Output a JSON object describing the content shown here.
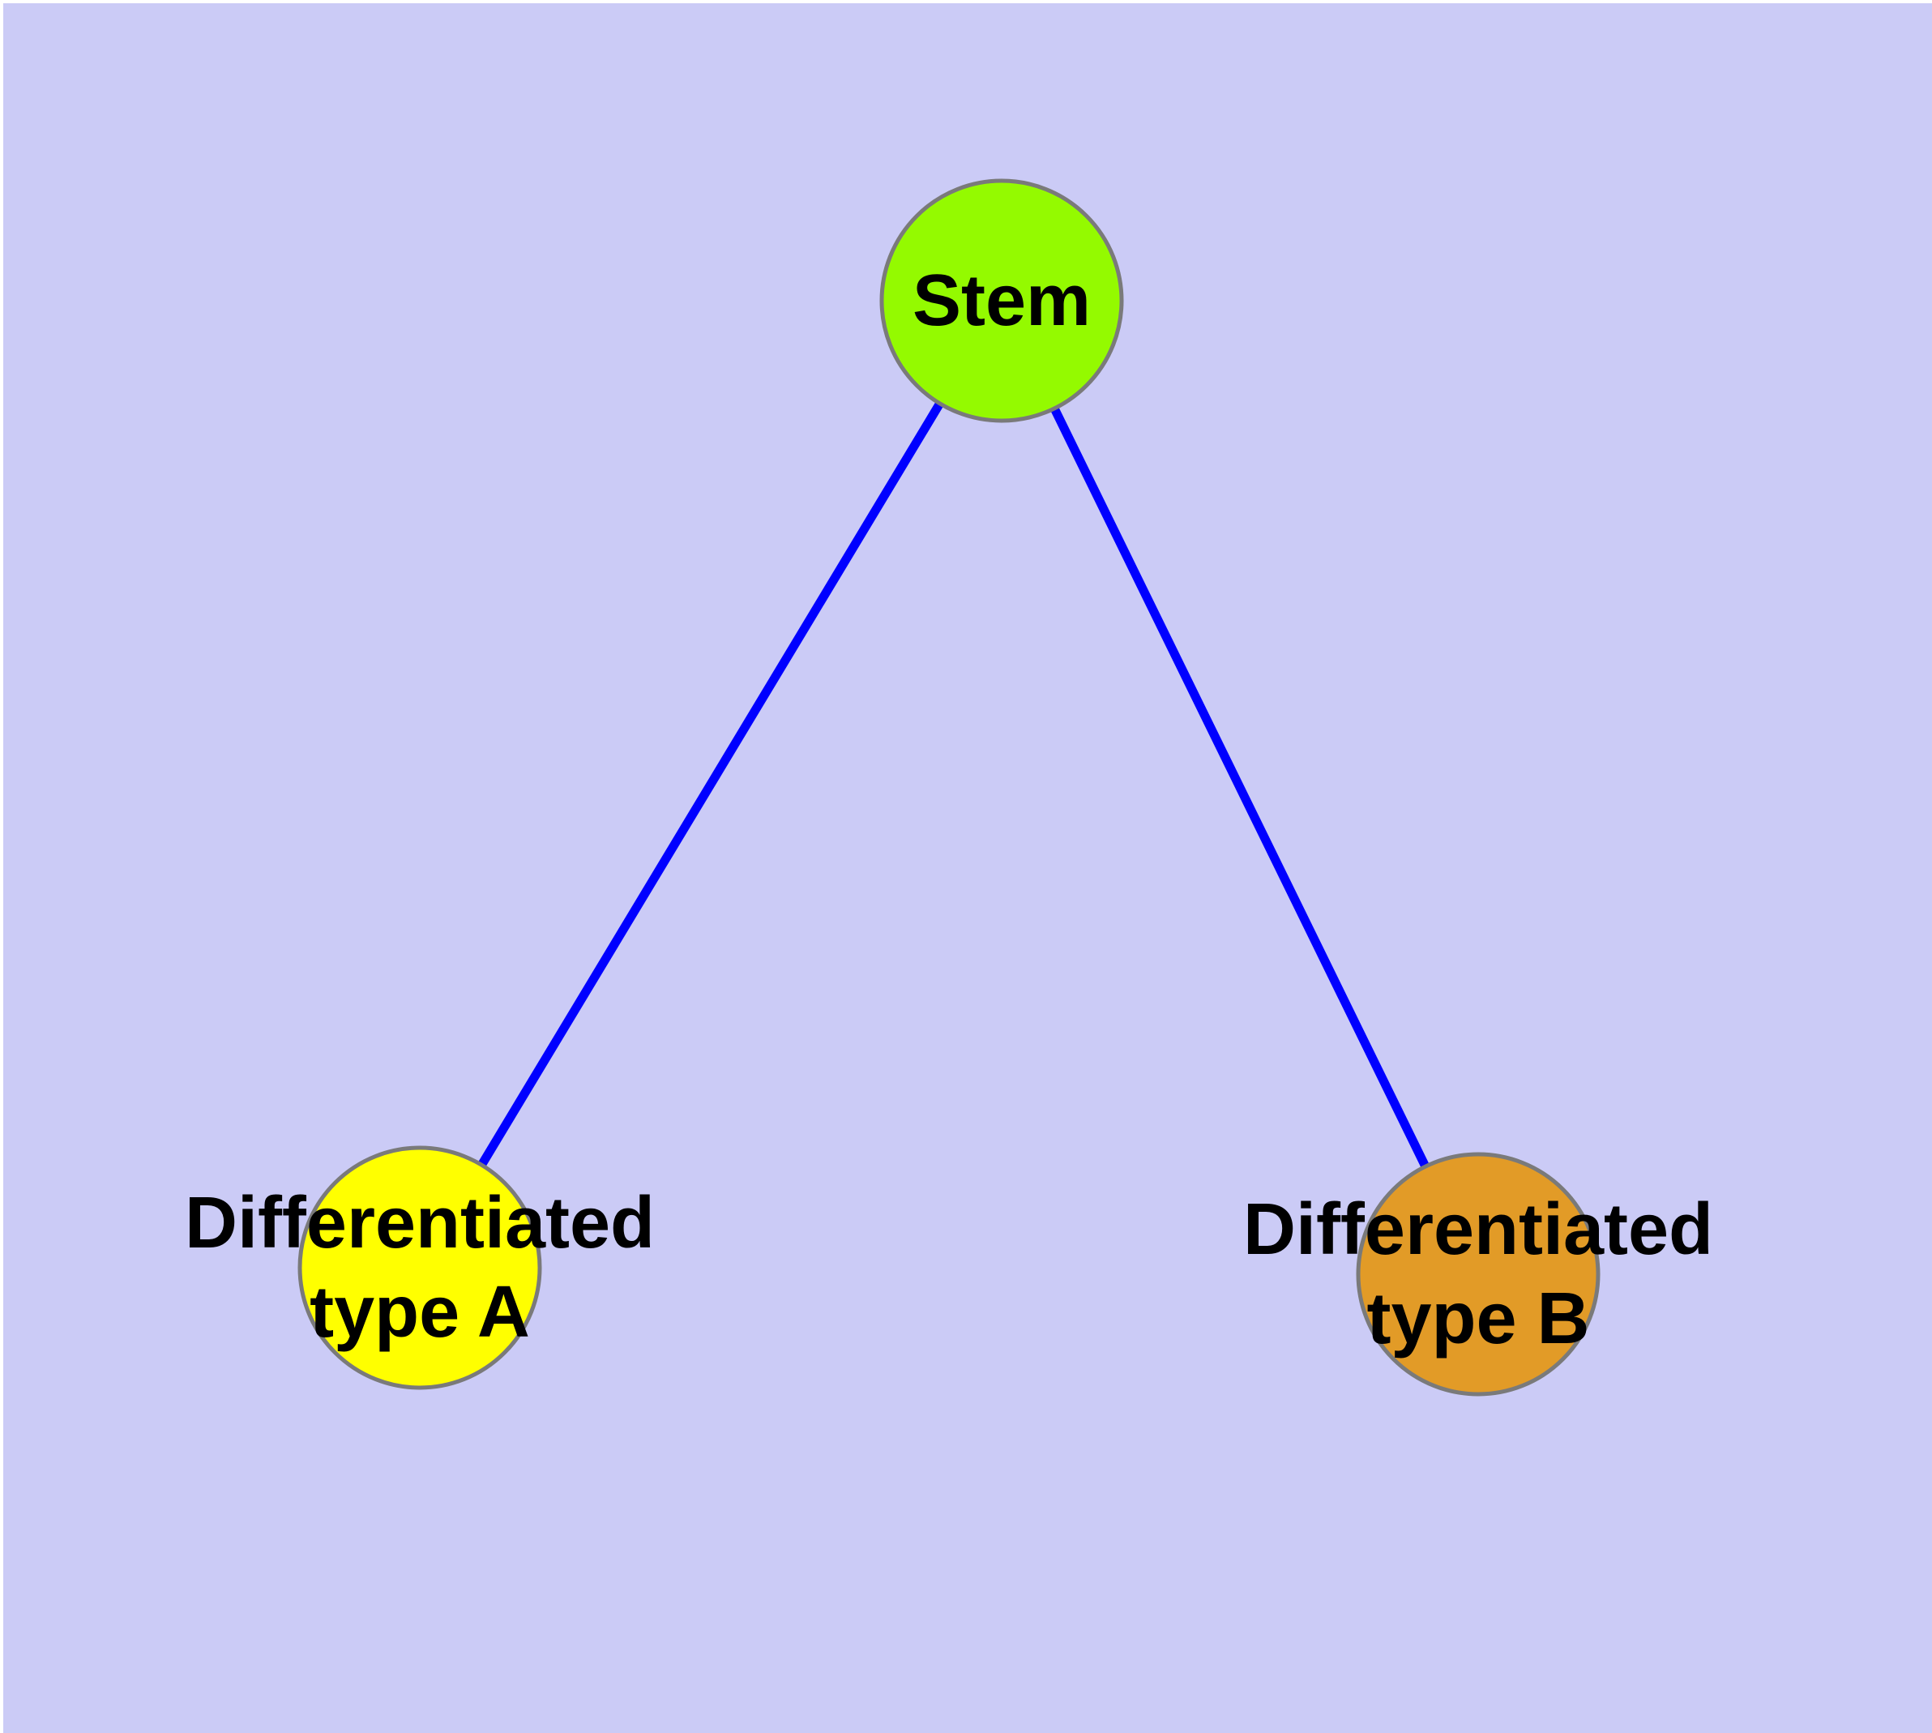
{
  "diagram": {
    "type": "node-edge-graph",
    "colors": {
      "background": "#CBCBF6",
      "edge": "#0000FF",
      "node_border": "#7A7A7A",
      "stem_fill": "#94FA00",
      "type_a_fill": "#FFFF00",
      "type_b_fill": "#E29B27"
    },
    "nodes": [
      {
        "id": "stem",
        "label": "Stem"
      },
      {
        "id": "type-a",
        "label_line1": "Differentiated",
        "label_line2": "type A"
      },
      {
        "id": "type-b",
        "label_line1": "Differentiated",
        "label_line2": "type B"
      }
    ],
    "edges": [
      {
        "from": "Stem",
        "to": "Differentiated type A"
      },
      {
        "from": "Stem",
        "to": "Differentiated type B"
      }
    ]
  }
}
